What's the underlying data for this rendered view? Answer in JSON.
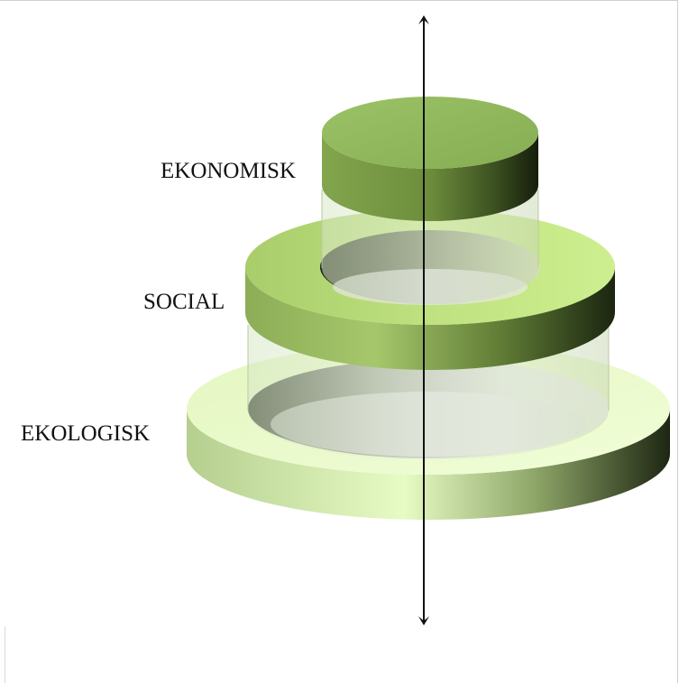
{
  "labels": {
    "ekonomisk": "EKONOMISK",
    "social": "SOCIAL",
    "ekologisk": "EKOLOGISK"
  },
  "colors": {
    "top_green": "#8db85a",
    "middle_green": "#c7ea88",
    "bottom_green": "#e9fcc7",
    "dark_green": "#1f2a12",
    "arrow": "#111111"
  }
}
